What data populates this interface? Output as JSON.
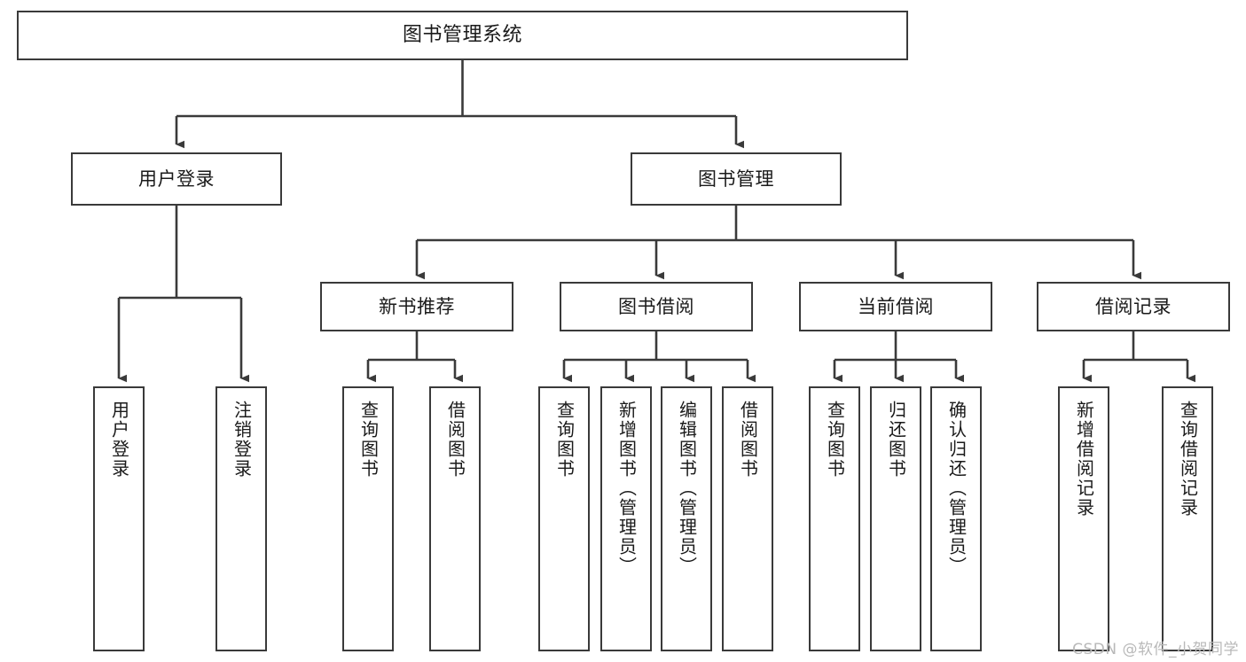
{
  "diagram": {
    "type": "tree-hierarchy-chart",
    "title": "图书管理系统",
    "watermark": "CSDN @软件_小贺同学",
    "colors": {
      "stroke": "#3a3a3a",
      "fill": "#ffffff",
      "text": "#1a1a1a",
      "watermark": "#b9b9b9"
    },
    "nodes": {
      "root": {
        "label": "图书管理系统"
      },
      "level2": [
        {
          "id": "user-login",
          "label": "用户登录"
        },
        {
          "id": "book-management",
          "label": "图书管理"
        }
      ],
      "level3": [
        {
          "id": "new-book-recommend",
          "label": "新书推荐"
        },
        {
          "id": "book-borrow",
          "label": "图书借阅"
        },
        {
          "id": "current-borrow",
          "label": "当前借阅"
        },
        {
          "id": "borrow-record",
          "label": "借阅记录"
        }
      ],
      "leaves": {
        "user_login": [
          {
            "id": "leaf-user-login",
            "label": "用户登录"
          },
          {
            "id": "leaf-logout-login",
            "label": "注销登录"
          }
        ],
        "new_book_recommend": [
          {
            "id": "leaf-query-book-1",
            "label": "查询图书"
          },
          {
            "id": "leaf-borrow-book-1",
            "label": "借阅图书"
          }
        ],
        "book_borrow": [
          {
            "id": "leaf-query-book-2",
            "label": "查询图书"
          },
          {
            "id": "leaf-add-book",
            "label": "新增图书（管理员）"
          },
          {
            "id": "leaf-edit-book",
            "label": "编辑图书（管理员）"
          },
          {
            "id": "leaf-borrow-book-2",
            "label": "借阅图书"
          }
        ],
        "current_borrow": [
          {
            "id": "leaf-query-book-3",
            "label": "查询图书"
          },
          {
            "id": "leaf-return-book",
            "label": "归还图书"
          },
          {
            "id": "leaf-confirm-return",
            "label": "确认归还（管理员）"
          }
        ],
        "borrow_record": [
          {
            "id": "leaf-add-record",
            "label": "新增借阅记录"
          },
          {
            "id": "leaf-query-record",
            "label": "查询借阅记录"
          }
        ]
      }
    }
  }
}
